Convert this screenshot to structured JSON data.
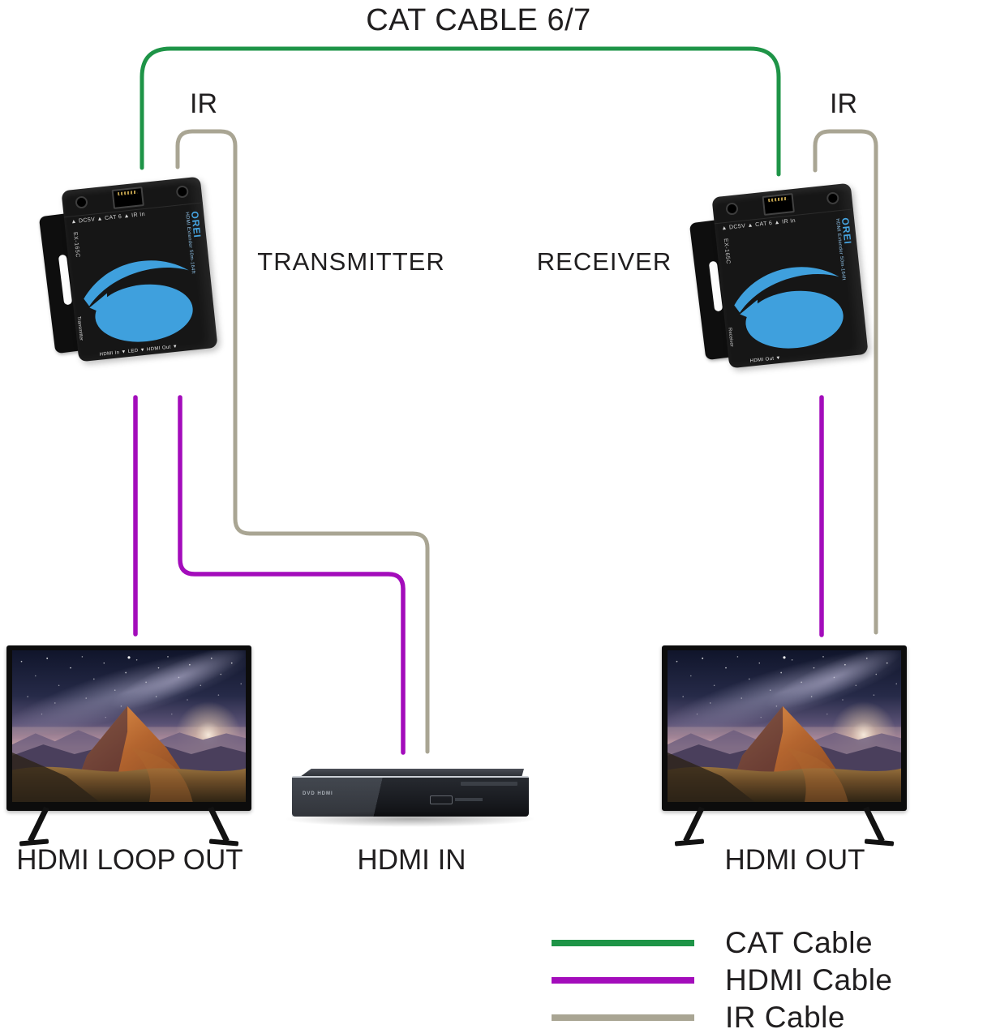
{
  "title": "CAT CABLE 6/7",
  "labels": {
    "ir_left": "IR",
    "ir_right": "IR",
    "transmitter": "TRANSMITTER",
    "receiver": "RECEIVER",
    "hdmi_loop_out": "HDMI LOOP OUT",
    "hdmi_in": "HDMI IN",
    "hdmi_out": "HDMI OUT"
  },
  "devices": {
    "transmitter": {
      "brand": "OREI",
      "model": "EX-165C",
      "descriptor": "HDMI Extender 50m-164ft",
      "top_ports": "▲ DC5V      ▲ CAT 6      ▲ IR In",
      "bottom_ports": "HDMI In ▼    LED ▼    HDMI Out ▼",
      "side_label": "Transmitter"
    },
    "receiver": {
      "brand": "OREI",
      "model": "EX-165C",
      "descriptor": "HDMI Extender 50m-164ft",
      "top_ports": "▲ DC5V      ▲ CAT 6      ▲ IR In",
      "bottom_ports": "HDMI Out ▼",
      "side_label": "Receiver"
    }
  },
  "dvd": {
    "front_logos": "DVD   HDMI"
  },
  "legend": {
    "items": [
      {
        "label": "CAT Cable",
        "color": "#1e9447"
      },
      {
        "label": "HDMI Cable",
        "color": "#a30cbb"
      },
      {
        "label": "IR Cable",
        "color": "#a9a593"
      }
    ]
  },
  "colors": {
    "cat": "#1e9447",
    "hdmi": "#a30cbb",
    "ir": "#a9a593",
    "device_blue": "#3fa0dd",
    "text": "#201e1f"
  }
}
